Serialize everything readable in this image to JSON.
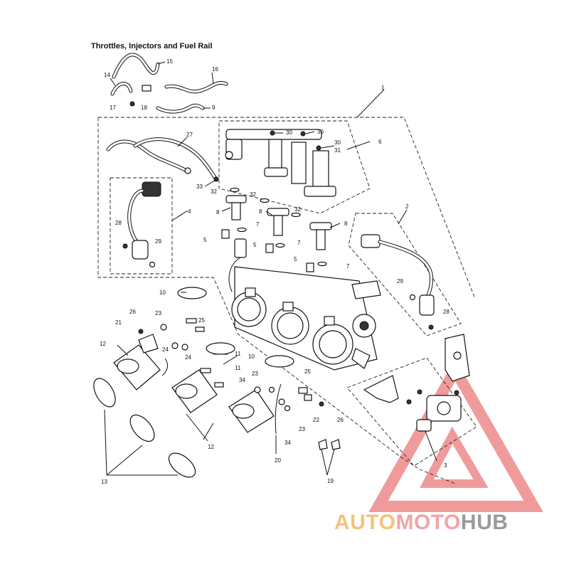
{
  "diagram": {
    "title": "Throttles, Injectors and Fuel Rail",
    "labels": [
      "1",
      "2",
      "3",
      "4",
      "5",
      "5",
      "5",
      "6",
      "7",
      "7",
      "7",
      "8",
      "8",
      "8",
      "9",
      "10",
      "10",
      "11",
      "11",
      "12",
      "12",
      "13",
      "14",
      "15",
      "16",
      "17",
      "18",
      "19",
      "20",
      "21",
      "22",
      "23",
      "23",
      "23",
      "24",
      "24",
      "25",
      "25",
      "26",
      "26",
      "27",
      "28",
      "28",
      "29",
      "29",
      "30",
      "30",
      "30",
      "31",
      "32",
      "32",
      "32",
      "33",
      "34",
      "34"
    ]
  },
  "watermark": {
    "part_a": "AUTO",
    "part_b": "MOTO",
    "part_c": "HUB",
    "colors": {
      "auto": "#f2c37c",
      "moto": "#f1a5a5",
      "hub": "#9a9a9a",
      "triangle": "#ee8a8a"
    }
  }
}
